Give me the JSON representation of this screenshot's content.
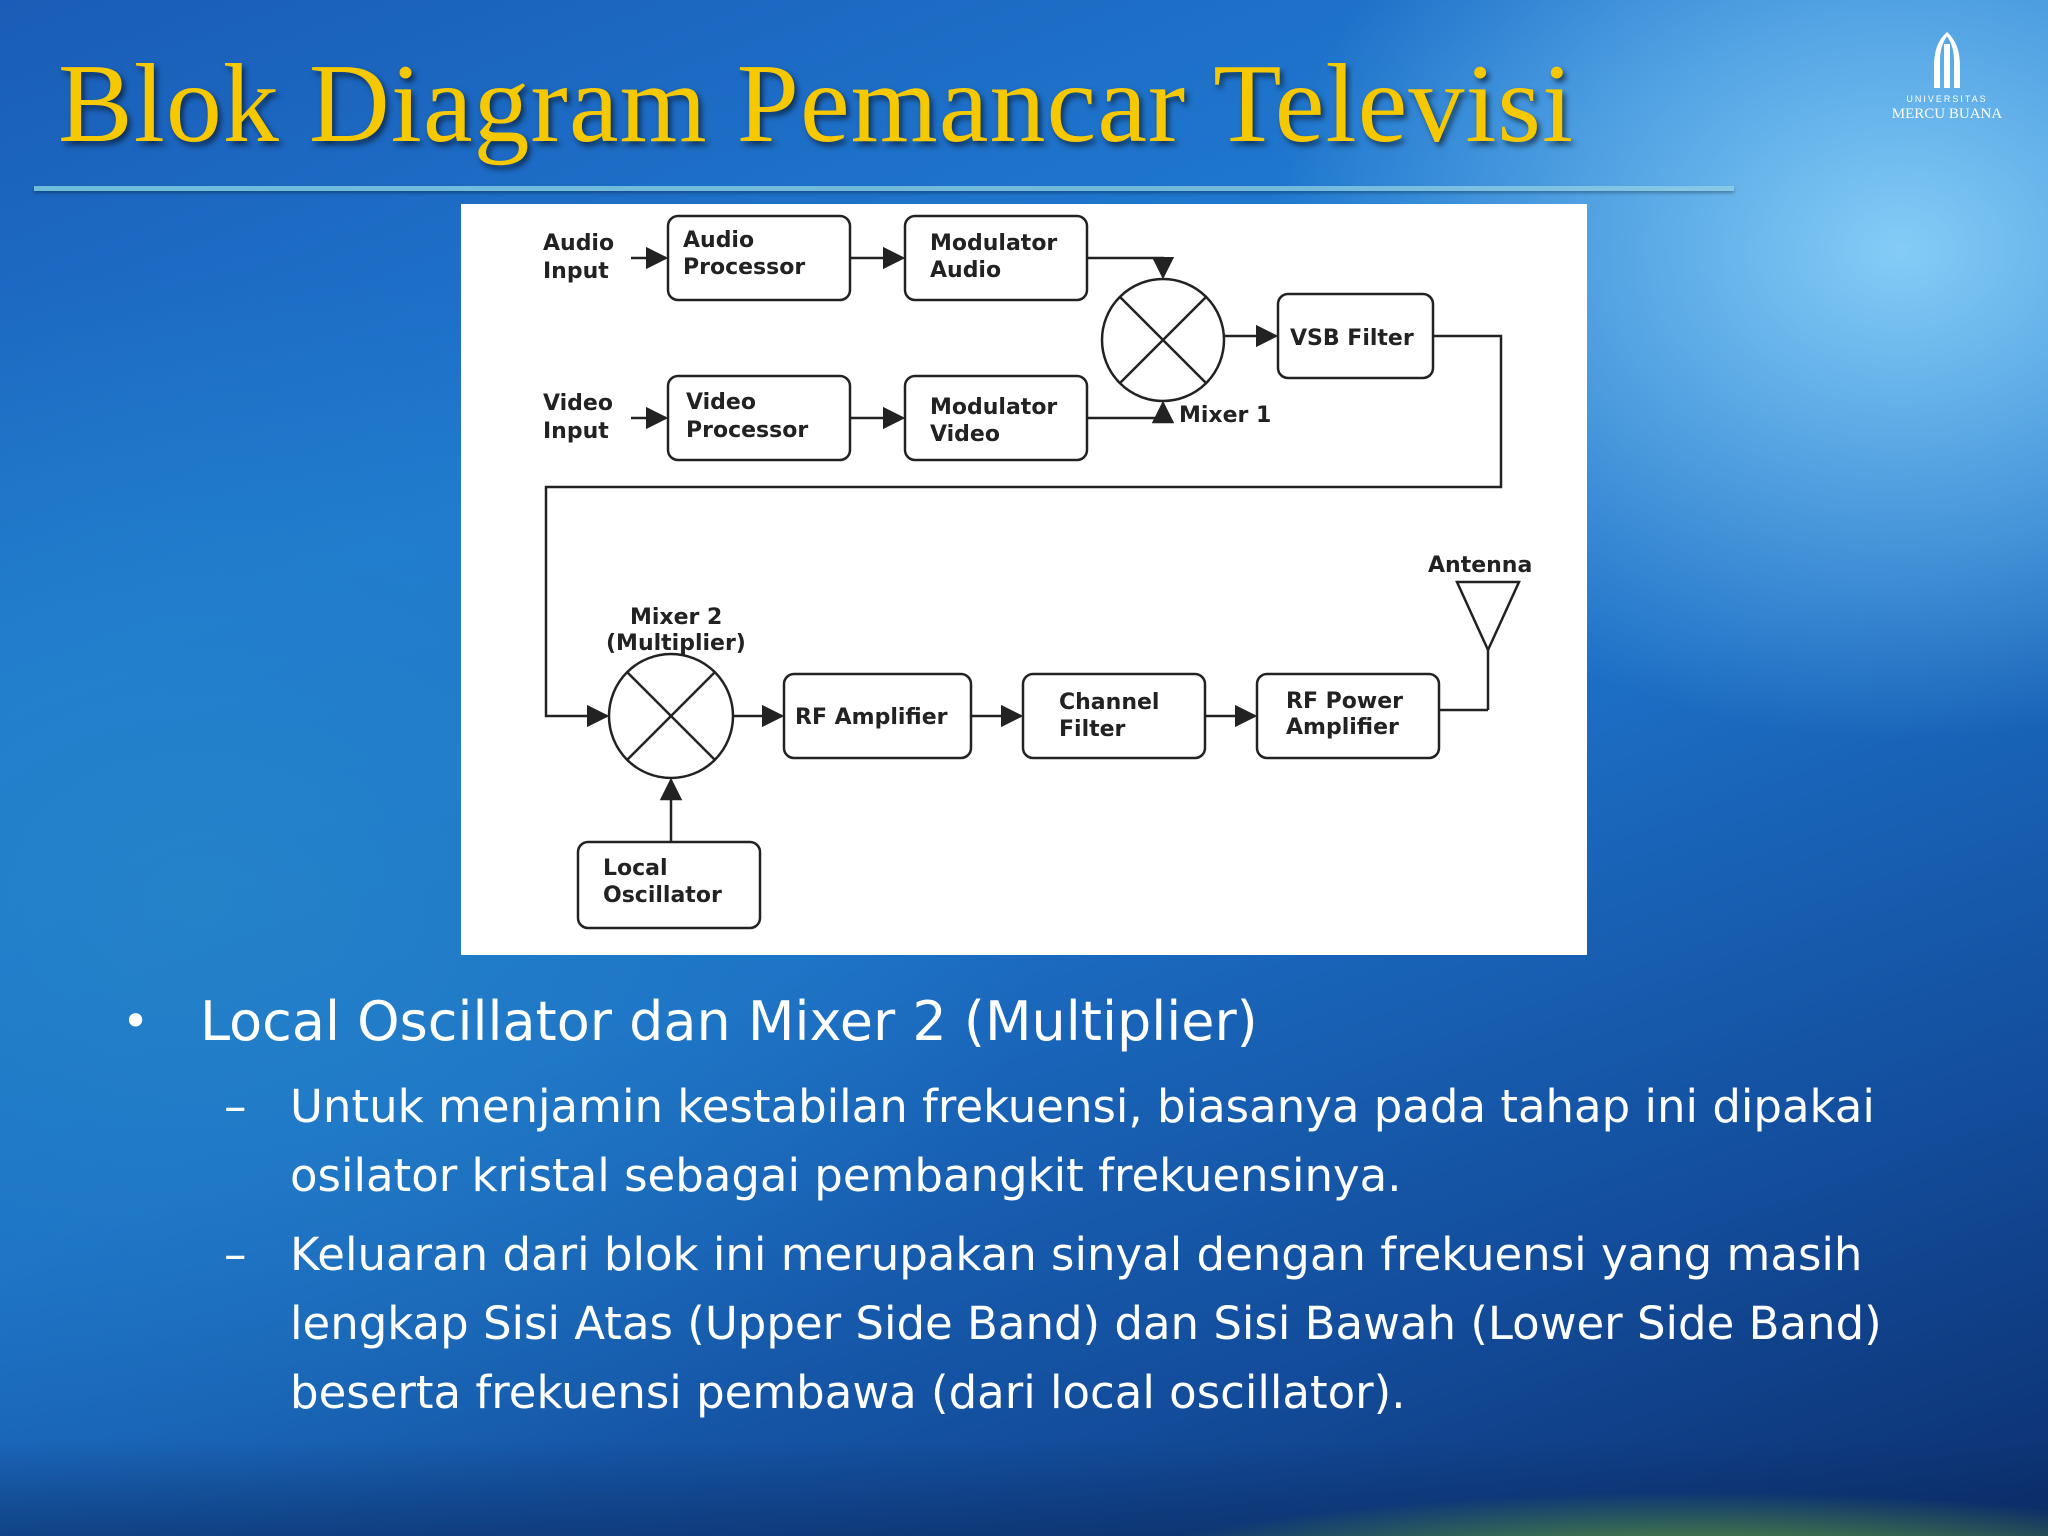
{
  "slide": {
    "title": "Blok Diagram Pemancar Televisi"
  },
  "logo": {
    "small": "UNIVERSITAS",
    "name": "MERCU BUANA"
  },
  "diagram": {
    "labels": {
      "audio_input_1": "Audio",
      "audio_input_2": "Input",
      "audio_proc_1": "Audio",
      "audio_proc_2": "Processor",
      "mod_audio_1": "Modulator",
      "mod_audio_2": "Audio",
      "vsb_filter": "VSB Filter",
      "video_input_1": "Video",
      "video_input_2": "Input",
      "video_proc_1": "Video",
      "video_proc_2": "Processor",
      "mod_video_1": "Modulator",
      "mod_video_2": "Video",
      "mixer1": "Mixer 1",
      "antenna": "Antenna",
      "mixer2_1": "Mixer 2",
      "mixer2_2": "(Multiplier)",
      "rf_amp": "RF Amplifier",
      "channel_1": "Channel",
      "channel_2": "Filter",
      "rf_power_1": "RF Power",
      "rf_power_2": "Amplifier",
      "local_osc_1": "Local",
      "local_osc_2": "Oscillator"
    }
  },
  "bullets": {
    "main": "Local Oscillator dan Mixer 2 (Multiplier)",
    "bullet_symbol": "•",
    "dash_symbol": "–",
    "sub1_line1": "Untuk menjamin kestabilan frekuensi, biasanya pada tahap ini dipakai",
    "sub1_line2": "osilator kristal sebagai pembangkit frekuensinya.",
    "sub2_line1": "Keluaran dari blok ini merupakan sinyal dengan frekuensi yang masih",
    "sub2_line2": "lengkap Sisi Atas (Upper Side Band) dan Sisi Bawah (Lower Side Band)",
    "sub2_line3": "beserta frekuensi pembawa (dari local oscillator)."
  }
}
